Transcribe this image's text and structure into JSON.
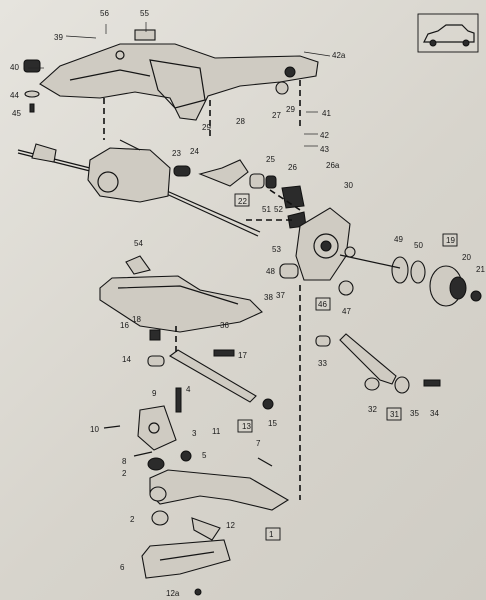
{
  "callouts": {
    "c1": "1",
    "c2a": "2",
    "c2b": "2",
    "c3": "3",
    "c4": "4",
    "c5": "5",
    "c6": "6",
    "c7": "7",
    "c8": "8",
    "c9": "9",
    "c10": "10",
    "c11": "11",
    "c12": "12",
    "c12a": "12a",
    "c13": "13",
    "c14": "14",
    "c15": "15",
    "c16": "16",
    "c17": "17",
    "c18": "18",
    "c19": "19",
    "c20": "20",
    "c21": "21",
    "c22": "22",
    "c23": "23",
    "c24": "24",
    "c25": "25",
    "c26": "26",
    "c26a": "26a",
    "c27": "27",
    "c28": "28",
    "c29a": "29",
    "c29b": "29",
    "c30": "30",
    "c31": "31",
    "c32": "32",
    "c33": "33",
    "c34": "34",
    "c35": "35",
    "c36": "36",
    "c37": "37",
    "c38": "38",
    "c39": "39",
    "c40": "40",
    "c41": "41",
    "c42": "42",
    "c42a": "42a",
    "c43": "43",
    "c44": "44",
    "c45": "45",
    "c46": "46",
    "c47": "47",
    "c48": "48",
    "c49": "49",
    "c50": "50",
    "c51": "51",
    "c52": "52",
    "c53": "53",
    "c54": "54",
    "c55": "55",
    "c56": "56"
  },
  "icons": {
    "vehicle": "car-silhouette-icon"
  },
  "colors": {
    "ink": "#151515",
    "paper": "#e3e0d9"
  }
}
